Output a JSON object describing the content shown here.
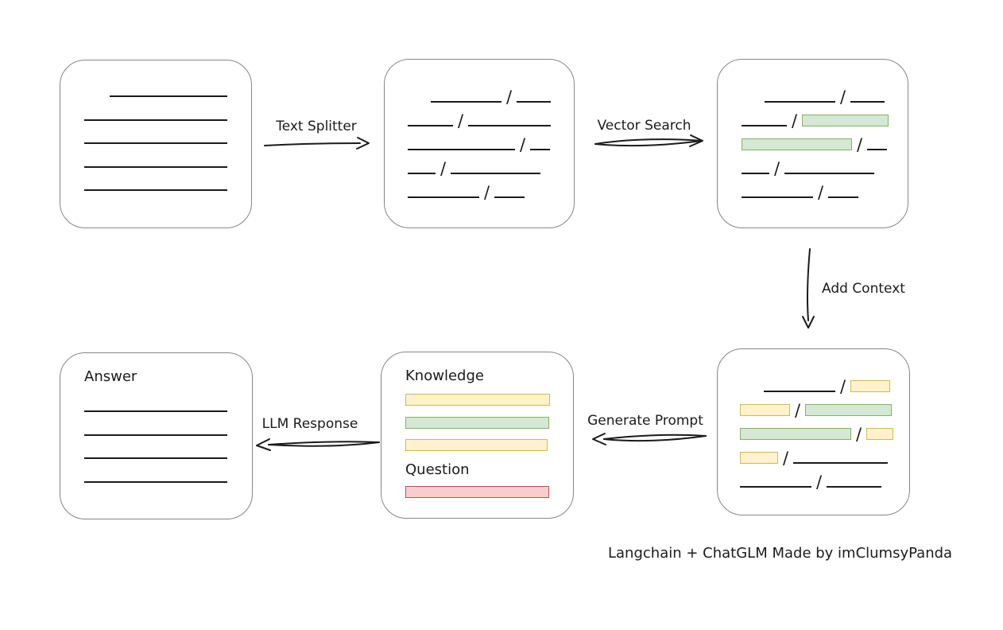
{
  "colors": {
    "ink": "#1b1b1b",
    "box_border": "#878787",
    "green_fill": "#d5e8d4",
    "green_stroke": "#82b366",
    "yellow_fill": "#fff2cc",
    "yellow_stroke": "#d6b656",
    "red_fill": "#f8cecc",
    "red_stroke": "#b85450",
    "background": "#ffffff"
  },
  "caption": "Langchain + ChatGLM Made by imClumsyPanda",
  "arrows": {
    "text_splitter": {
      "label": "Text Splitter",
      "direction": "right"
    },
    "vector_search": {
      "label": "Vector Search",
      "direction": "right"
    },
    "add_context": {
      "label": "Add Context",
      "direction": "down"
    },
    "generate_prompt": {
      "label": "Generate Prompt",
      "direction": "left"
    },
    "llm_response": {
      "label": "LLM Response",
      "direction": "left"
    }
  },
  "boxes": {
    "document": {
      "lines": [
        {
          "w": 148,
          "indent": 32
        },
        {
          "w": 180,
          "indent": 0
        },
        {
          "w": 180,
          "indent": 0
        },
        {
          "w": 180,
          "indent": 0
        },
        {
          "w": 180,
          "indent": 0
        }
      ]
    },
    "chunks": {
      "rows": [
        [
          {
            "t": "gap",
            "w": 29
          },
          {
            "t": "line",
            "w": 89
          },
          {
            "t": "slash"
          },
          {
            "t": "line",
            "w": 43
          }
        ],
        [
          {
            "t": "line",
            "w": 57
          },
          {
            "t": "slash"
          },
          {
            "t": "line",
            "w": 104
          }
        ],
        [
          {
            "t": "line",
            "w": 135
          },
          {
            "t": "slash"
          },
          {
            "t": "line",
            "w": 25
          }
        ],
        [
          {
            "t": "line",
            "w": 35
          },
          {
            "t": "slash"
          },
          {
            "t": "line",
            "w": 113
          }
        ],
        [
          {
            "t": "line",
            "w": 90
          },
          {
            "t": "slash"
          },
          {
            "t": "line",
            "w": 38
          }
        ]
      ]
    },
    "search_results": {
      "rows": [
        [
          {
            "t": "gap",
            "w": 29
          },
          {
            "t": "line",
            "w": 89
          },
          {
            "t": "slash"
          },
          {
            "t": "line",
            "w": 43
          }
        ],
        [
          {
            "t": "line",
            "w": 57
          },
          {
            "t": "slash"
          },
          {
            "t": "rect",
            "c": "green",
            "w": 107
          }
        ],
        [
          {
            "t": "rect",
            "c": "green",
            "w": 137
          },
          {
            "t": "slash"
          },
          {
            "t": "line",
            "w": 25
          }
        ],
        [
          {
            "t": "line",
            "w": 35
          },
          {
            "t": "slash"
          },
          {
            "t": "line",
            "w": 113
          }
        ],
        [
          {
            "t": "line",
            "w": 90
          },
          {
            "t": "slash"
          },
          {
            "t": "line",
            "w": 38
          }
        ]
      ]
    },
    "context": {
      "rows": [
        [
          {
            "t": "gap",
            "w": 30
          },
          {
            "t": "line",
            "w": 90
          },
          {
            "t": "slash"
          },
          {
            "t": "rect",
            "c": "yellow",
            "w": 48
          }
        ],
        [
          {
            "t": "rect",
            "c": "yellow",
            "w": 61
          },
          {
            "t": "slash"
          },
          {
            "t": "rect",
            "c": "green",
            "w": 107
          }
        ],
        [
          {
            "t": "rect",
            "c": "green",
            "w": 138
          },
          {
            "t": "slash"
          },
          {
            "t": "rect",
            "c": "yellow",
            "w": 32
          }
        ],
        [
          {
            "t": "rect",
            "c": "yellow",
            "w": 46
          },
          {
            "t": "slash"
          },
          {
            "t": "line",
            "w": 119
          }
        ],
        [
          {
            "t": "line",
            "w": 90
          },
          {
            "t": "slash"
          },
          {
            "t": "line",
            "w": 69
          }
        ]
      ]
    },
    "prompt": {
      "knowledge_label": "Knowledge",
      "knowledge_bars": [
        {
          "c": "yellow",
          "w": 180
        },
        {
          "c": "green",
          "w": 179
        },
        {
          "c": "yellow",
          "w": 177
        }
      ],
      "question_label": "Question",
      "question_bars": [
        {
          "c": "red",
          "w": 179
        }
      ]
    },
    "answer": {
      "label": "Answer",
      "lines": [
        {
          "w": 180,
          "indent": 0
        },
        {
          "w": 180,
          "indent": 0
        },
        {
          "w": 180,
          "indent": 0
        },
        {
          "w": 180,
          "indent": 0
        }
      ]
    }
  }
}
